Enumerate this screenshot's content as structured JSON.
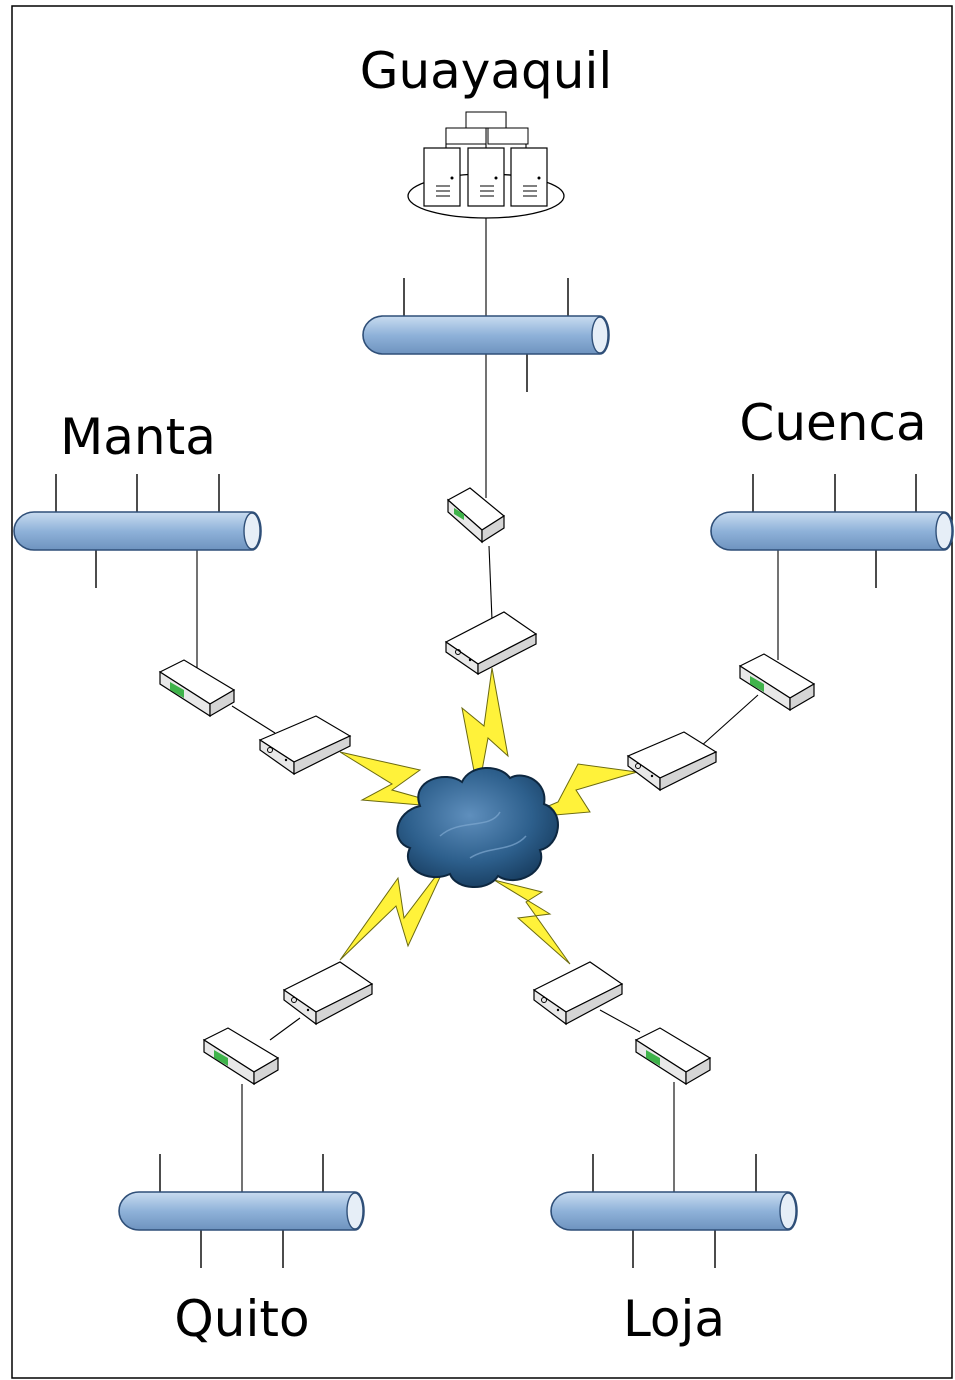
{
  "labels": {
    "guayaquil": "Guayaquil",
    "manta": "Manta",
    "cuenca": "Cuenca",
    "quito": "Quito",
    "loja": "Loja"
  },
  "colors": {
    "bus_fill": "#8fb2d9",
    "bus_stroke": "#2f4f78",
    "cloud": "#1f4f7a",
    "lightning": "#fff23a",
    "device_fill": "#ffffff",
    "device_led": "#3fb34a"
  },
  "icons": [
    "server-cluster-icon",
    "lan-bus-icon",
    "router-icon",
    "modem-icon",
    "cloud-icon",
    "wan-lightning-icon"
  ]
}
